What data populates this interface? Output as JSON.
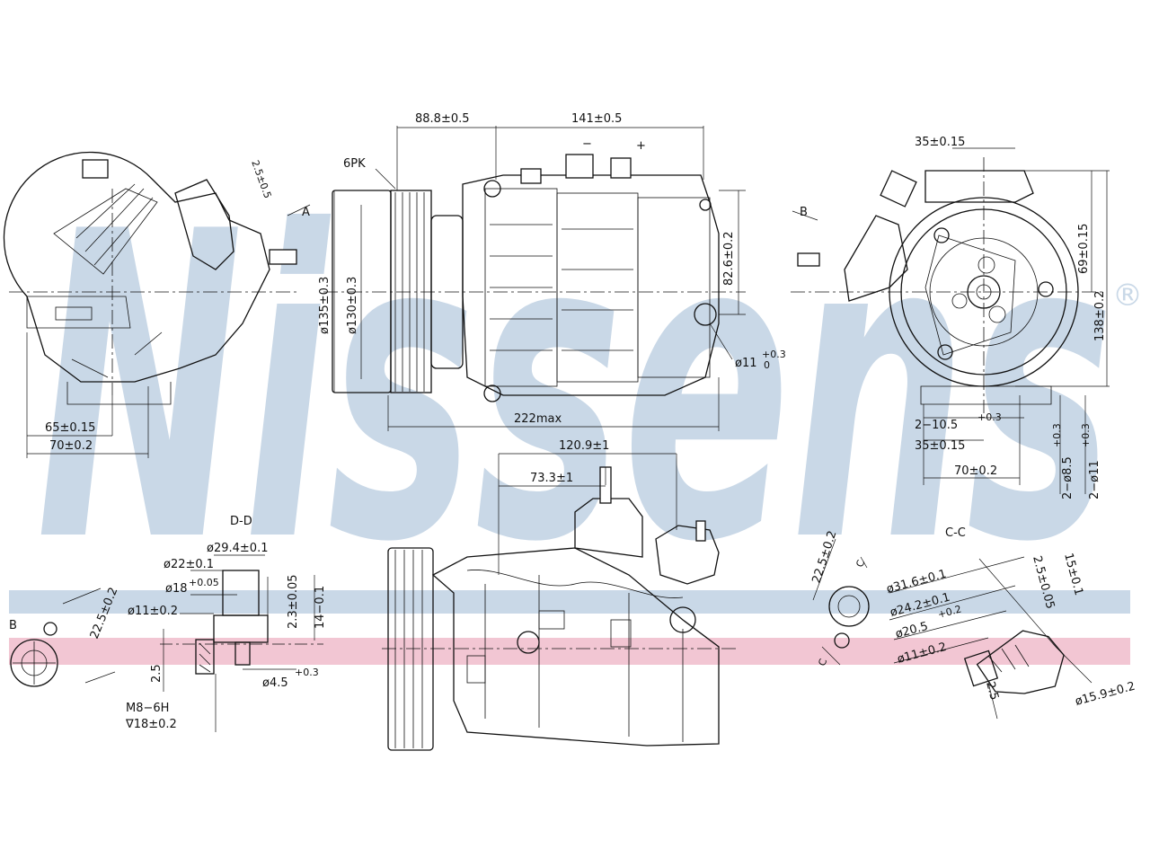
{
  "watermark": {
    "brand": "Nissens",
    "registered": "®",
    "band_colors": {
      "blue": "#c9d8e7",
      "pink": "#f2c6d3"
    }
  },
  "views": {
    "side_left": {
      "dims": {
        "d65": "65±0.15",
        "d70": "70±0.2",
        "d25": "2.5±0.5",
        "A": "A"
      }
    },
    "front": {
      "dims": {
        "d88": "88.8±0.5",
        "d141": "141±0.5",
        "minus": "−",
        "plus": "+",
        "pk": "6PK",
        "d135": "ø135±0.3",
        "d130": "ø130±0.3",
        "d82": "82.6±0.2",
        "d11": "ø11",
        "d11_tol": "+0.3",
        "d11_tol2": "0",
        "d222": "222max"
      }
    },
    "rear": {
      "dims": {
        "d35top": "35±0.15",
        "B": "B",
        "d69": "69±0.15",
        "d138": "138±0.2",
        "d105": "2−10.5",
        "d105_tol": "+0.3",
        "d35bot": "35±0.15",
        "d70": "70±0.2",
        "d85": "2−ø8.5",
        "d85_tol": "+0.3",
        "d11": "2−ø11",
        "d11_tol": "+0.3"
      }
    },
    "section_dd": {
      "title": "D-D",
      "dims": {
        "d294": "ø29.4±0.1",
        "d22": "ø22±0.1",
        "d18": "ø18",
        "d18_tol": "+0.05",
        "d11": "ø11±0.2",
        "d23": "2.3±0.05",
        "d14": "14−0.1",
        "d25": "2.5",
        "d45": "ø4.5",
        "d45_tol": "+0.3",
        "m8": "M8−6H",
        "d18b": "∇18±0.2"
      }
    },
    "view_b": {
      "title": "B",
      "dims": {
        "d225": "22.5±0.2"
      }
    },
    "bottom": {
      "dims": {
        "d1209": "120.9±1",
        "d733": "73.3±1"
      }
    },
    "section_cc": {
      "title": "C-C",
      "dims": {
        "d225": "22.5±0.2",
        "C": "C",
        "d316": "ø31.6±0.1",
        "d242": "ø24.2±0.1",
        "d205": "ø20.5",
        "d205_tol": "+0.2",
        "d11": "ø11±0.2",
        "d159": "ø15.9±0.2",
        "d25": "2.5±0.05",
        "d15": "15±0.1",
        "d25b": "2.5"
      }
    }
  }
}
